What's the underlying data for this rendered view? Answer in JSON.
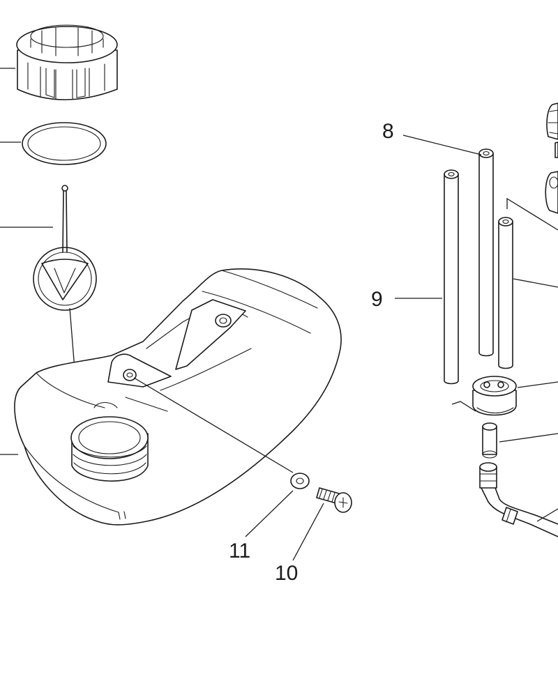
{
  "callouts": {
    "c8": "8",
    "c9": "9",
    "c10": "10",
    "c11": "11"
  }
}
